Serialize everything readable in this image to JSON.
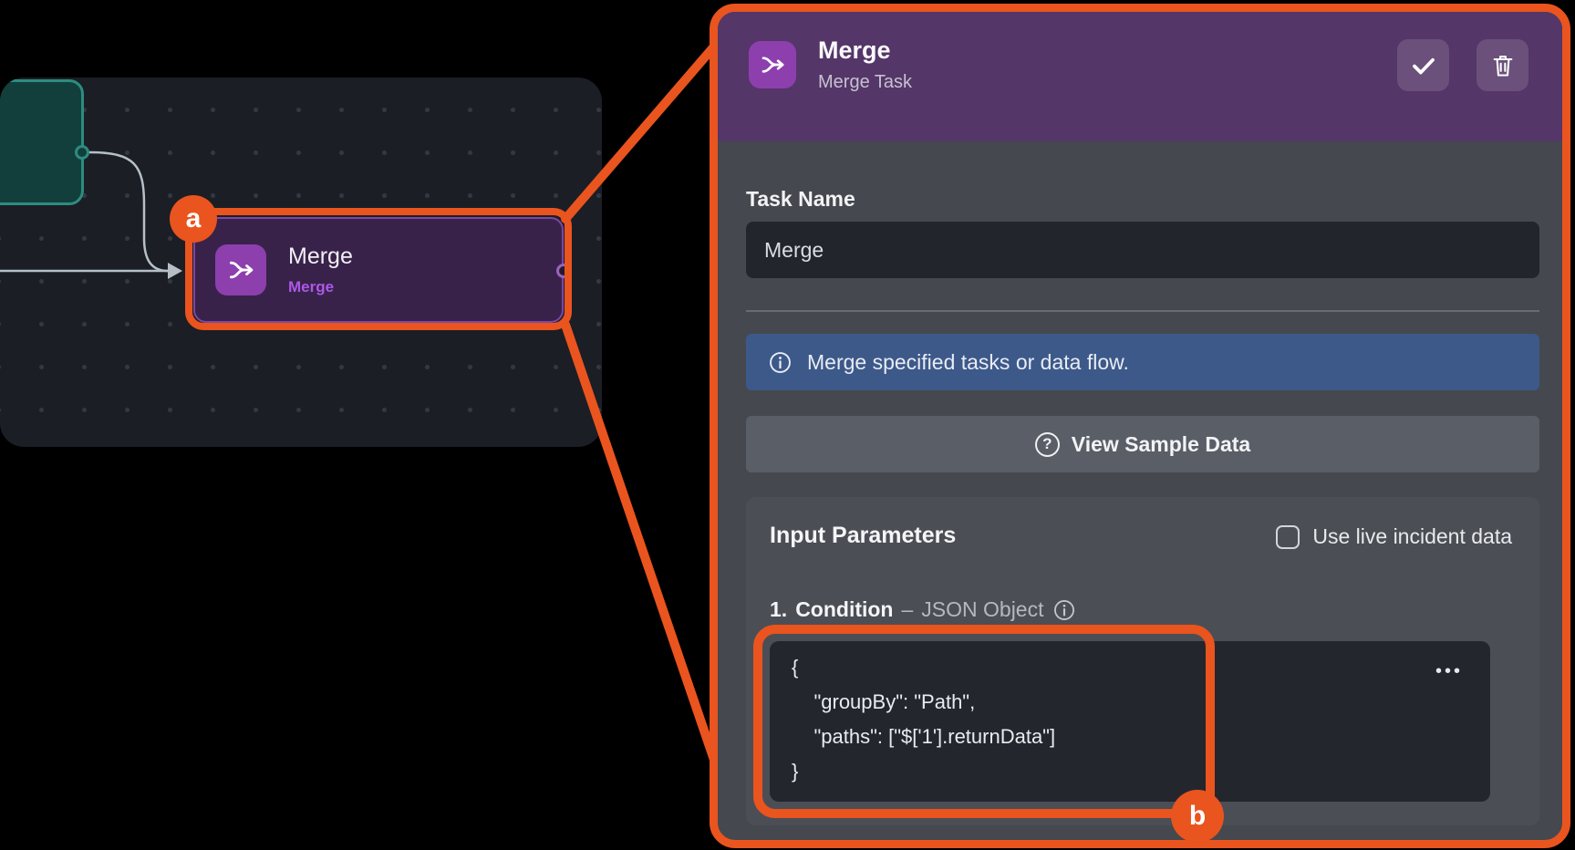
{
  "colors": {
    "accent": "#EA541E",
    "header_purple": "#543668",
    "icon_purple": "#8D3FAE",
    "panel_bg": "#45484E",
    "card_bg": "#4B4E55",
    "field_bg": "#22252B",
    "banner_blue": "#3C598A",
    "button_gray": "#5A5E67",
    "canvas_bg": "#1B1E25",
    "node_fill": "#39224A",
    "node_border": "#7D47A5",
    "node_subtitle_purple": "#AC58E8",
    "teal_node_border": "#2C8C80"
  },
  "canvas": {
    "merge_node": {
      "title": "Merge",
      "subtitle": "Merge"
    }
  },
  "callouts": {
    "a": "a",
    "b": "b"
  },
  "panel": {
    "header": {
      "title": "Merge",
      "subtitle": "Merge Task"
    },
    "task_name": {
      "label": "Task Name",
      "value": "Merge"
    },
    "info_banner": {
      "text": "Merge specified tasks or data flow."
    },
    "sample_button": {
      "icon": "?",
      "label": "View Sample Data"
    },
    "input_parameters": {
      "heading": "Input Parameters",
      "live_data_label": "Use live incident data",
      "condition": {
        "index": "1.",
        "name": "Condition",
        "separator": "–",
        "type": "JSON Object"
      },
      "code": {
        "lines": [
          "{",
          "    \"groupBy\": \"Path\",",
          "    \"paths\": [\"$['1'].returnData\"]",
          "}"
        ],
        "more_options": "•••"
      }
    }
  }
}
